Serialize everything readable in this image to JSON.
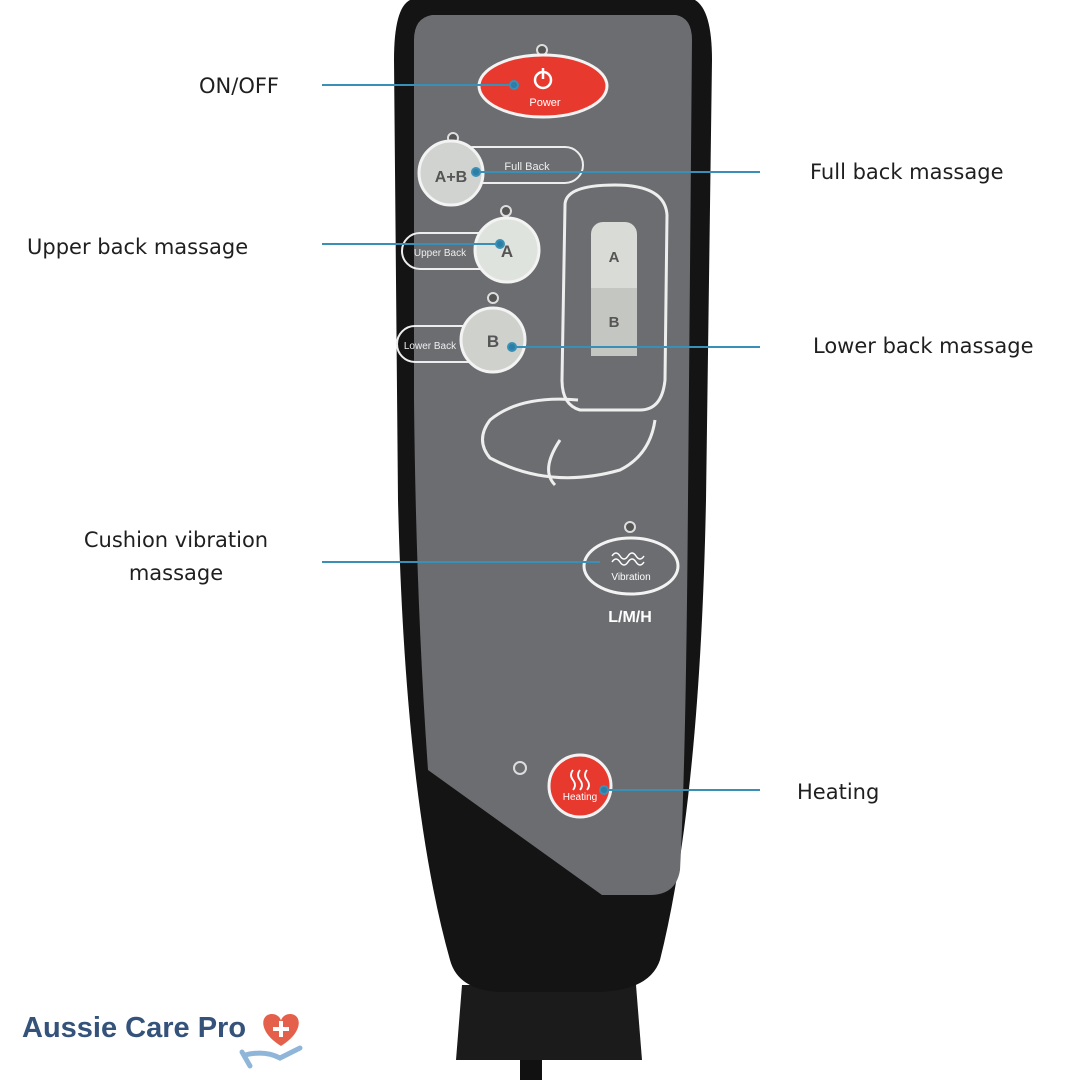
{
  "labels": {
    "on_off": "ON/OFF",
    "full_back": "Full back massage",
    "upper_back": "Upper back massage",
    "lower_back": "Lower back massage",
    "cushion_vibration": "Cushion vibration massage",
    "heating": "Heating"
  },
  "remote": {
    "power": "Power",
    "ab": "A+B",
    "full_back": "Full Back",
    "a": "A",
    "upper_back": "Upper Back",
    "b": "B",
    "lower_back": "Lower Back",
    "seat_a": "A",
    "seat_b": "B",
    "vibration": "Vibration",
    "levels": "L/M/H",
    "heating": "Heating"
  },
  "brand": {
    "name": "Aussie Care Pro"
  },
  "colors": {
    "leader_line": "#3a8fb7",
    "power_red": "#e8392f",
    "panel": "#6b6d70",
    "body": "#141414",
    "brand": "#34527a"
  }
}
